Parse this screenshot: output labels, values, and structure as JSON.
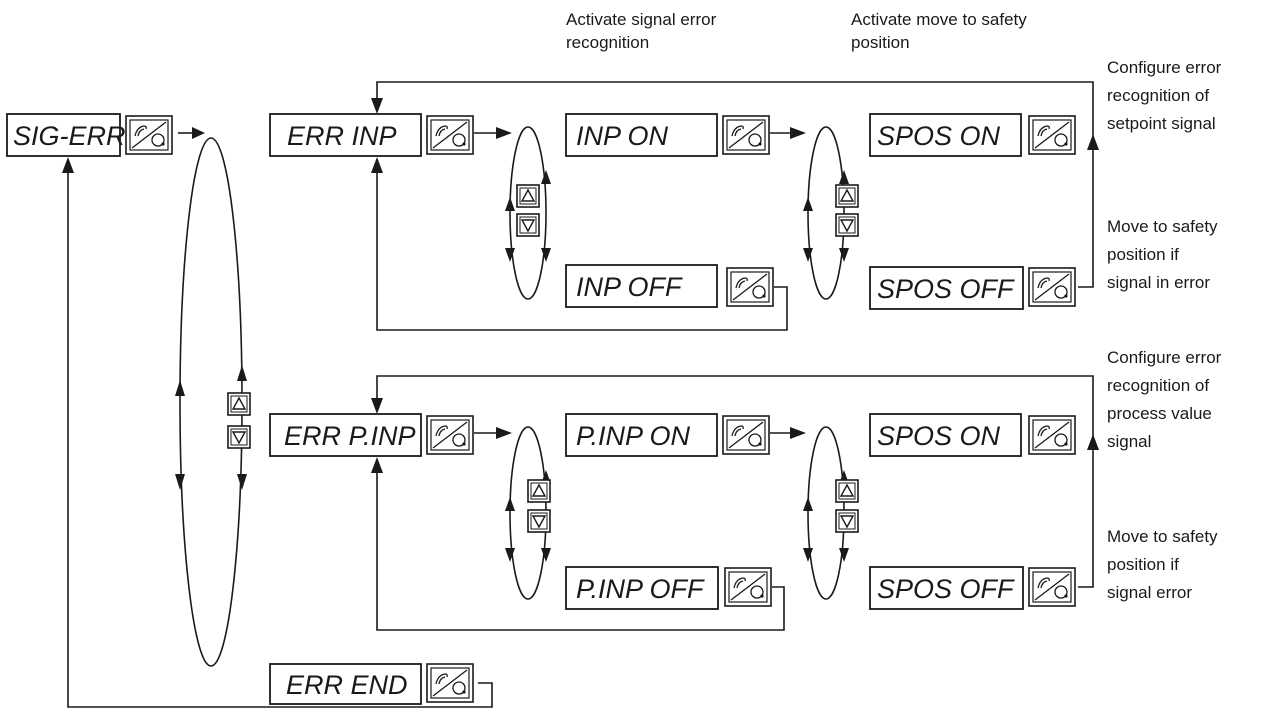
{
  "menu": {
    "sig_err": "SIG-ERR",
    "err_inp": "ERR INP",
    "inp_on": "INP ON",
    "inp_off": "INP OFF",
    "spos_on_1": "SPOS ON",
    "spos_off_1": "SPOS OFF",
    "err_pinp": "ERR P.INP",
    "pinp_on": "P.INP ON",
    "pinp_off": "P.INP OFF",
    "spos_on_2": "SPOS ON",
    "spos_off_2": "SPOS OFF",
    "err_end": "ERR END"
  },
  "notes": {
    "activate_signal": [
      "Activate signal error",
      "recognition"
    ],
    "activate_move": [
      "Activate move to safety",
      "position"
    ],
    "configure_setpoint": [
      "Configure error",
      "recognition of",
      "setpoint signal"
    ],
    "move_safety_1": [
      "Move to safety",
      "position if",
      "signal in error"
    ],
    "configure_process": [
      "Configure error",
      "recognition of",
      "process value",
      "signal"
    ],
    "move_safety_2": [
      "Move to safety",
      "position if",
      "signal error"
    ]
  },
  "icons": {
    "enter_key": "hand-press-enter-icon",
    "up_key": "up-arrow-key-icon",
    "down_key": "down-arrow-key-icon"
  },
  "colors": {
    "line": "#1a1a1a",
    "background": "#ffffff"
  }
}
